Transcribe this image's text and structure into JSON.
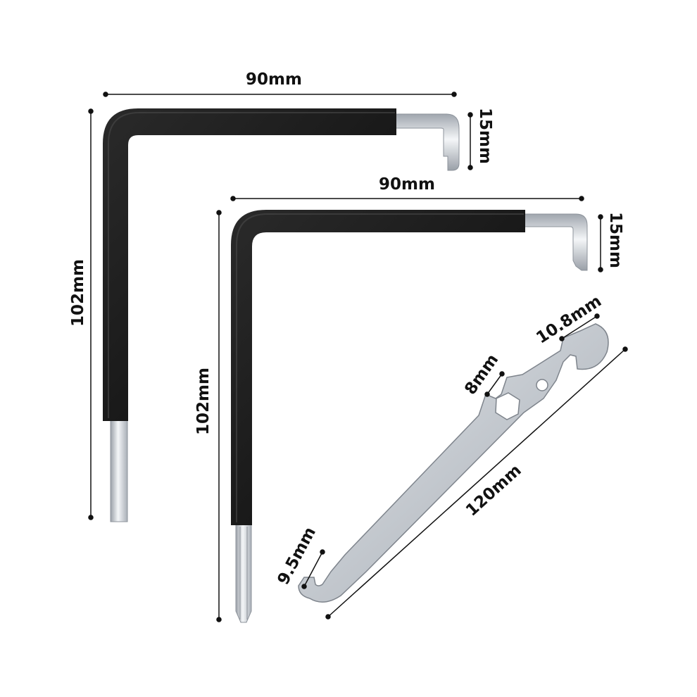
{
  "colors": {
    "background": "#ffffff",
    "handle_coating": "#111111",
    "steel": "#c8ccd2",
    "dimension_line": "#111111"
  },
  "tools": {
    "hex_key": {
      "width_label": "90mm",
      "height_label": "102mm",
      "tip_label": "15mm"
    },
    "torx_key": {
      "width_label": "90mm",
      "height_label": "102mm",
      "tip_label": "15mm"
    },
    "spanner": {
      "top_jaw_label": "10.8mm",
      "hex_socket_label": "8mm",
      "length_label": "120mm",
      "bottom_jaw_label": "9.5mm"
    }
  }
}
